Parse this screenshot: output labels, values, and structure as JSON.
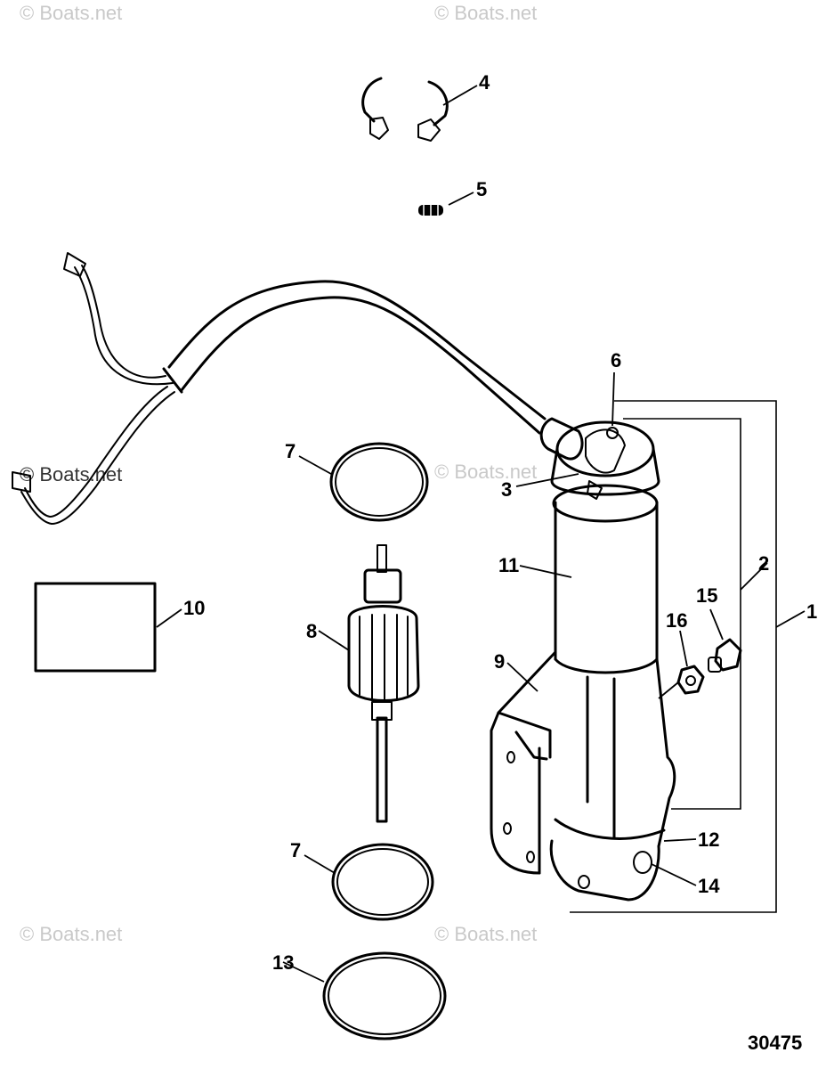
{
  "watermark": "© Boats.net",
  "figure_number": "30475",
  "footer_lines": [
    "",
    ""
  ],
  "callouts": {
    "c1": "1",
    "c2": "2",
    "c3": "3",
    "c4": "4",
    "c5": "5",
    "c6": "6",
    "c7a": "7",
    "c7b": "7",
    "c8": "8",
    "c9": "9",
    "c10": "10",
    "c11": "11",
    "c12": "12",
    "c13": "13",
    "c14": "14",
    "c15": "15",
    "c16": "16"
  }
}
